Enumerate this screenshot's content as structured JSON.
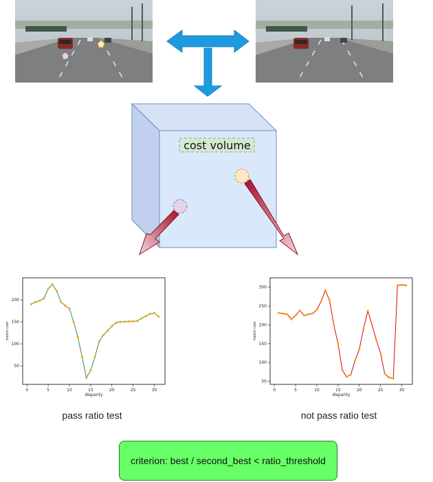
{
  "cost_volume_label": "cost volume",
  "left_caption": "pass  ratio test",
  "right_caption": "not pass ratio test",
  "criterion": "criterion: best / second_best  < ratio_threshold",
  "colors": {
    "arrow_blue": "#1e9be0",
    "cube_front": "#dae8fc",
    "cube_side": "#c0d0ee",
    "cube_stroke": "#6c8ebf",
    "label_bg": "#d5e8d4",
    "marker_purple": "#e1d5e7",
    "marker_orange": "#ffe6cc",
    "arrow_red": "#a5102a",
    "criterion_bg": "#66ff66",
    "left_line": "#2e8b57",
    "right_line": "#e00000",
    "point": "#ffa500"
  },
  "chart_data": [
    {
      "type": "line",
      "xlabel": "disparity",
      "ylabel": "match cost",
      "xlim": [
        -1,
        32.5
      ],
      "ylim": [
        8,
        250
      ],
      "xticks": [
        0,
        5,
        10,
        15,
        20,
        25,
        30
      ],
      "yticks": [
        50,
        100,
        150,
        200
      ],
      "x": [
        1,
        2,
        3,
        4,
        5,
        6,
        7,
        8,
        9,
        10,
        11,
        12,
        13,
        14,
        15,
        16,
        17,
        18,
        19,
        20,
        21,
        22,
        23,
        24,
        25,
        26,
        27,
        28,
        29,
        30,
        31
      ],
      "values": [
        190,
        195,
        198,
        203,
        225,
        235,
        220,
        195,
        187,
        180,
        150,
        115,
        70,
        23,
        40,
        70,
        105,
        120,
        130,
        140,
        148,
        150,
        150,
        151,
        151,
        152,
        158,
        163,
        168,
        170,
        162
      ]
    },
    {
      "type": "line",
      "xlabel": "disparity",
      "ylabel": "match cost",
      "xlim": [
        -1,
        32.5
      ],
      "ylim": [
        42,
        325
      ],
      "xticks": [
        0,
        5,
        10,
        15,
        20,
        25,
        30
      ],
      "yticks": [
        50,
        100,
        150,
        200,
        250,
        300
      ],
      "x": [
        1,
        2,
        3,
        4,
        5,
        6,
        7,
        8,
        9,
        10,
        11,
        12,
        13,
        14,
        15,
        16,
        17,
        18,
        19,
        20,
        21,
        22,
        23,
        24,
        25,
        26,
        27,
        28,
        29,
        30,
        31
      ],
      "values": [
        232,
        230,
        228,
        215,
        225,
        238,
        225,
        228,
        230,
        240,
        262,
        292,
        265,
        200,
        150,
        80,
        62,
        68,
        105,
        135,
        190,
        237,
        200,
        160,
        125,
        70,
        60,
        58,
        305,
        306,
        305
      ]
    }
  ]
}
